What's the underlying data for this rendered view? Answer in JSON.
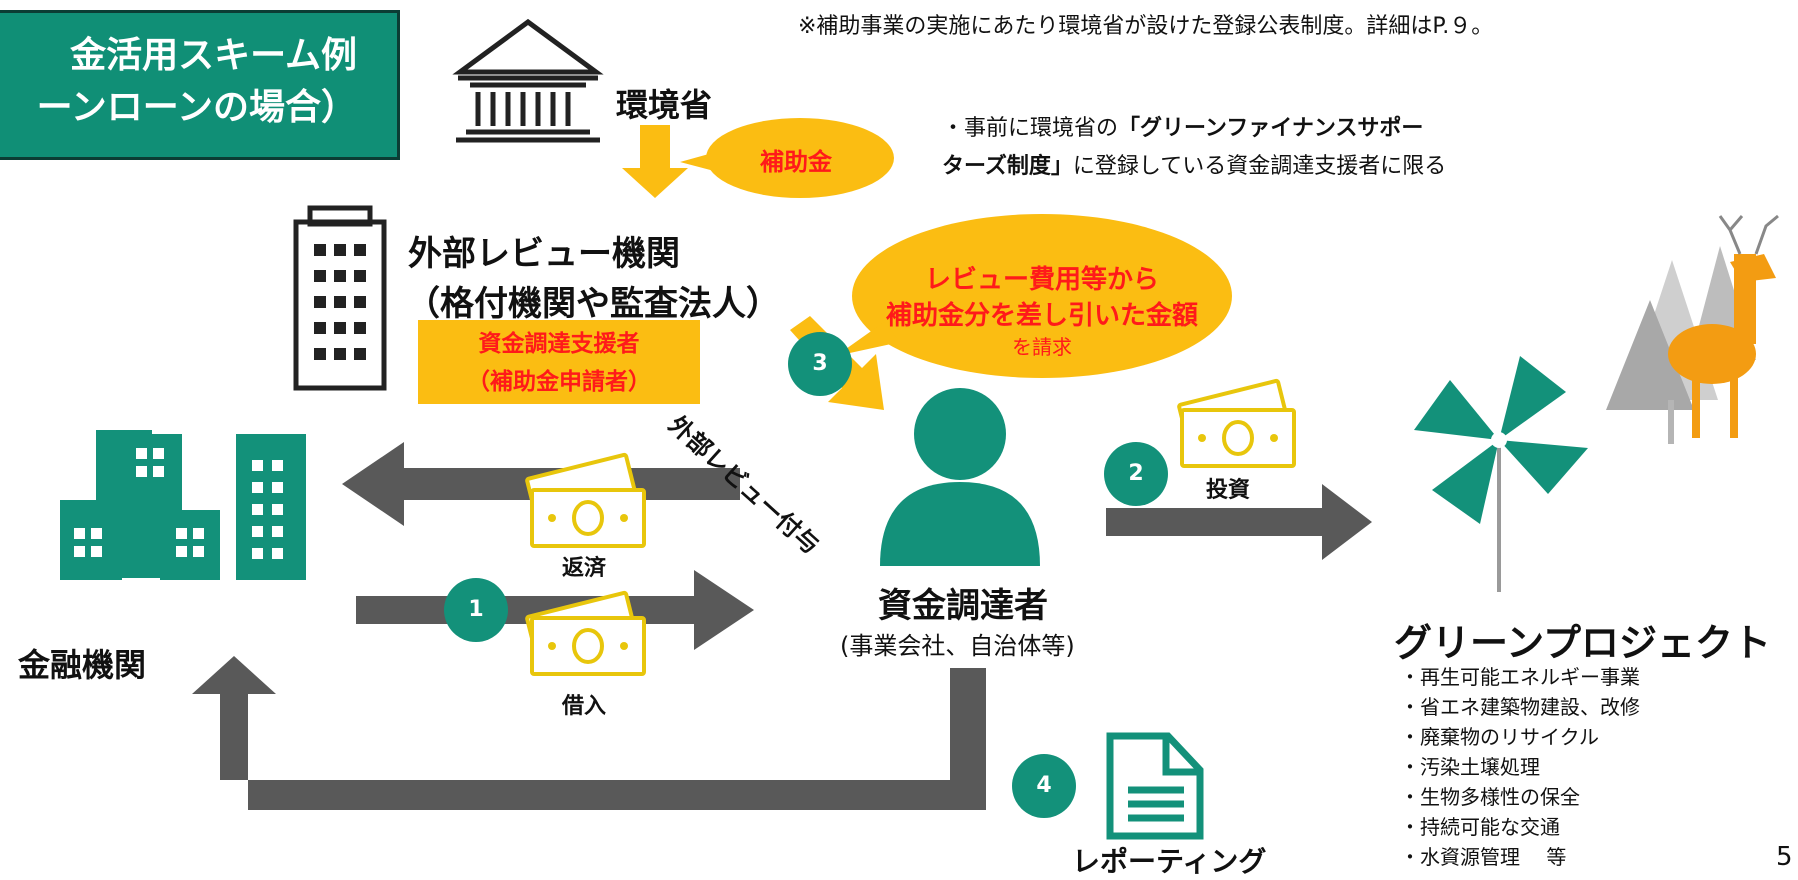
{
  "header": {
    "note": "※補助事業の実施にあたり環境省が設けた登録公表制度。詳細はP.９。"
  },
  "title_box": {
    "line1": "金活用スキーム例",
    "line2": "ーンローンの場合）"
  },
  "ministry": {
    "label": "環境省",
    "subsidy_bubble": "補助金",
    "note_prefix": "・事前に環境省の",
    "note_bold_1": "「グリーンファイナンスサポー",
    "note_bold_2": "ターズ制度」",
    "note_suffix": "に登録している資金調達支援者に限る"
  },
  "reviewer": {
    "title": "外部レビュー機関",
    "subtitle": "（格付機関や監査法人）",
    "role_line1": "資金調達支援者",
    "role_line2": "（補助金申請者）",
    "bubble_line1": "レビュー費用等から",
    "bubble_line2": "補助金分を差し引いた金額",
    "bubble_line3": "を請求",
    "diagonal_label": "外部レビュー付与"
  },
  "flows": {
    "repay": "返済",
    "borrow": "借入",
    "invest": "投資",
    "reporting": "レポーティング"
  },
  "steps": {
    "s1": "1",
    "s2": "2",
    "s3": "3",
    "s4": "4"
  },
  "bank": {
    "label": "金融機関"
  },
  "borrower": {
    "label": "資金調達者",
    "sub": "(事業会社、自治体等)"
  },
  "project": {
    "title": "グリーンプロジェクト",
    "items": [
      "・再生可能エネルギー事業",
      "・省エネ建築物建設、改修",
      "・廃棄物のリサイクル",
      "・汚染土壌処理",
      "・生物多様性の保全",
      "・持続可能な交通",
      "・水資源管理　 等"
    ]
  },
  "page_number": "5",
  "colors": {
    "teal": "#13917a",
    "orange": "#fbbd12",
    "gray_arrow": "#595959",
    "red_text": "#ff1a1a",
    "money_yellow": "#f2d21a"
  }
}
